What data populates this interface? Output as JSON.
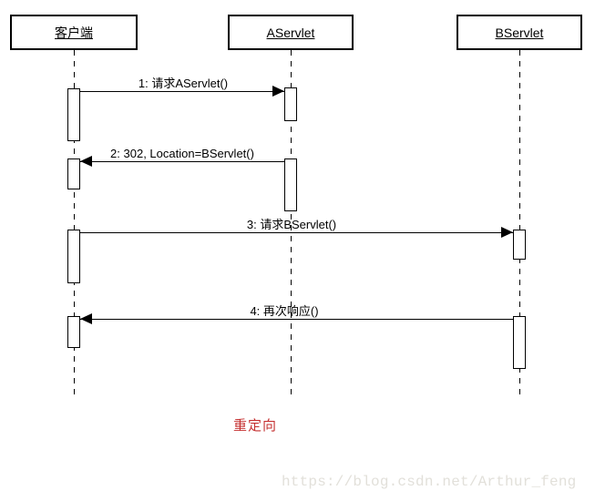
{
  "diagram": {
    "title": "servlet-redirect-sequence-diagram",
    "actors": [
      {
        "id": "client",
        "label": "客户端"
      },
      {
        "id": "aservlet",
        "label": "AServlet"
      },
      {
        "id": "bservlet",
        "label": "BServlet"
      }
    ],
    "messages": [
      {
        "seq": 1,
        "label": "1: 请求AServlet()",
        "from": "client",
        "to": "aservlet",
        "direction": "right"
      },
      {
        "seq": 2,
        "label": "2: 302, Location=BServlet()",
        "from": "aservlet",
        "to": "client",
        "direction": "left"
      },
      {
        "seq": 3,
        "label": "3: 请求BServlet()",
        "from": "client",
        "to": "bservlet",
        "direction": "right"
      },
      {
        "seq": 4,
        "label": "4: 再次响应()",
        "from": "bservlet",
        "to": "client",
        "direction": "left"
      }
    ],
    "annotation": {
      "label": "重定向",
      "color": "#c53030"
    },
    "colors": {
      "line": "#000000",
      "box_border": "#000000",
      "background": "#ffffff"
    }
  },
  "watermark": {
    "text": "https://blog.csdn.net/Arthur_feng",
    "color": "#e2e0da"
  }
}
